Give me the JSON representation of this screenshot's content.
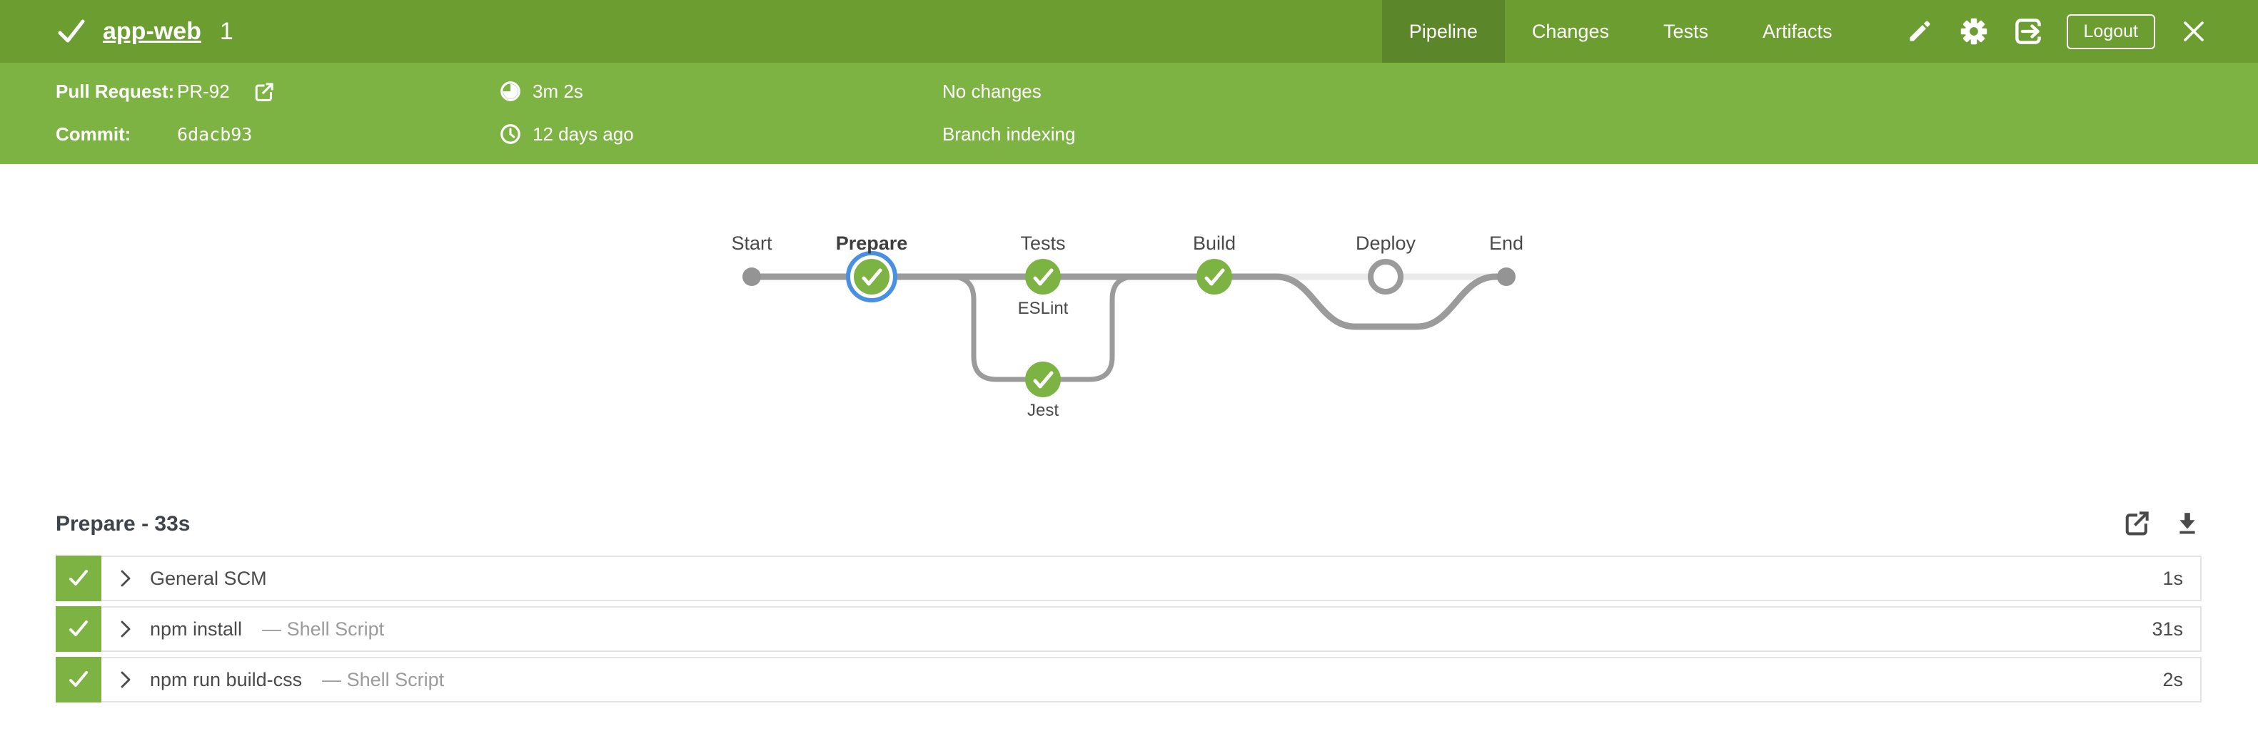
{
  "colors": {
    "header_green": "#6C9D30",
    "subheader_green": "#7CB342",
    "active_tab_green": "#5B8629",
    "success_green": "#7CB342",
    "selected_ring_blue": "#4A90E2",
    "graph_line_gray": "#9B9B9B",
    "graph_skipped_line": "#EAEAEA",
    "text_dark": "#4A4A4A",
    "text_muted": "#9B9B9B"
  },
  "header": {
    "status_icon": "check-icon",
    "title": "app-web",
    "build_number": "1",
    "tabs": [
      {
        "label": "Pipeline",
        "active": true
      },
      {
        "label": "Changes",
        "active": false
      },
      {
        "label": "Tests",
        "active": false
      },
      {
        "label": "Artifacts",
        "active": false
      }
    ],
    "action_icons": [
      "pencil-icon",
      "gear-icon",
      "exit-to-classic-icon",
      "close-icon"
    ],
    "logout_label": "Logout"
  },
  "subheader": {
    "pull_request_label": "Pull Request:",
    "pull_request_value": "PR-92",
    "pull_request_icon": "open-external-icon",
    "commit_label": "Commit:",
    "commit_value": "6dacb93",
    "duration_icon": "timer-icon",
    "duration": "3m 2s",
    "completed_icon": "clock-icon",
    "completed": "12 days ago",
    "changes": "No changes",
    "cause": "Branch indexing"
  },
  "graph": {
    "stage_labels": [
      "Start",
      "Prepare",
      "Tests",
      "Build",
      "Deploy",
      "End"
    ],
    "selected_stage": "Prepare",
    "stage_states": {
      "Prepare": "success-selected",
      "Tests": "success",
      "Build": "success",
      "Deploy": "skipped"
    },
    "parallel_branches": [
      "ESLint",
      "Jest"
    ]
  },
  "details": {
    "heading": "Prepare - 33s",
    "icons": [
      "open-in-new-icon",
      "download-log-icon"
    ],
    "steps": [
      {
        "status": "success",
        "name": "General SCM",
        "type": "",
        "duration": "1s"
      },
      {
        "status": "success",
        "name": "npm install",
        "type": "— Shell Script",
        "duration": "31s"
      },
      {
        "status": "success",
        "name": "npm run build-css",
        "type": "— Shell Script",
        "duration": "2s"
      }
    ]
  }
}
